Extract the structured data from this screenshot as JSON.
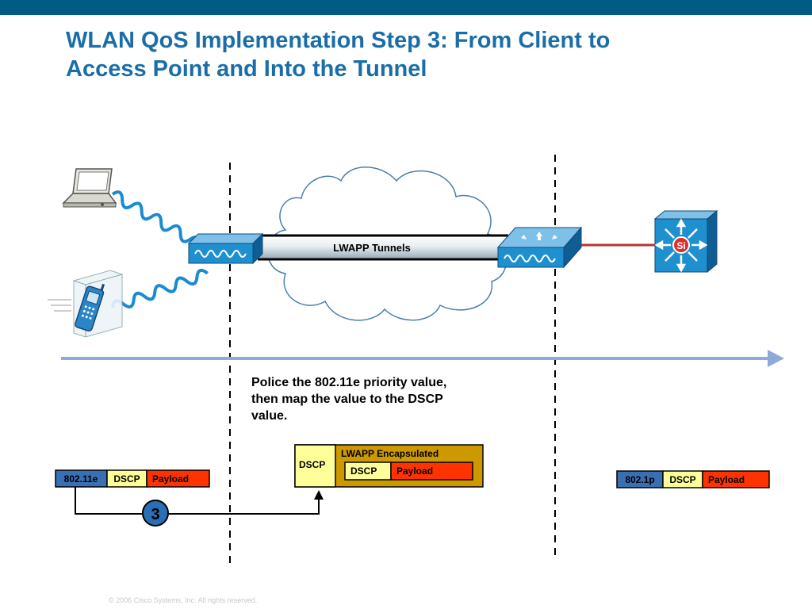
{
  "title": {
    "line1": "WLAN QoS Implementation Step 3: From Client to",
    "line2": "Access Point and Into the Tunnel"
  },
  "tunnel_label": "LWAPP Tunnels",
  "switch_label": "Si",
  "note": {
    "line1": "Police the 802.11e priority value,",
    "line2": "then map the value to the DSCP",
    "line3": "value."
  },
  "client_frame": {
    "field1": "802.11e",
    "field2": "DSCP",
    "field3": "Payload"
  },
  "lwapp_frame": {
    "outer_dscp": "DSCP",
    "encap_label": "LWAPP Encapsulated",
    "inner_dscp": "DSCP",
    "inner_payload": "Payload"
  },
  "wired_frame": {
    "field1": "802.1p",
    "field2": "DSCP",
    "field3": "Payload"
  },
  "step_number": "3",
  "footer": "© 2006 Cisco Systems, Inc. All rights reserved.",
  "colors": {
    "header_bar": "#005b85",
    "title": "#1a6ea8",
    "l2_field": "#3b6fb4",
    "dscp_field": "#ffff99",
    "payload_field": "#ff3300",
    "lwapp_frame": "#cc9900",
    "flow_arrow": "#8eaadb",
    "device_blue": "#1e90d0"
  },
  "icons": [
    "laptop-icon",
    "phone-icon",
    "access-point-icon",
    "cloud-icon",
    "wlan-controller-icon",
    "multilayer-switch-icon"
  ]
}
